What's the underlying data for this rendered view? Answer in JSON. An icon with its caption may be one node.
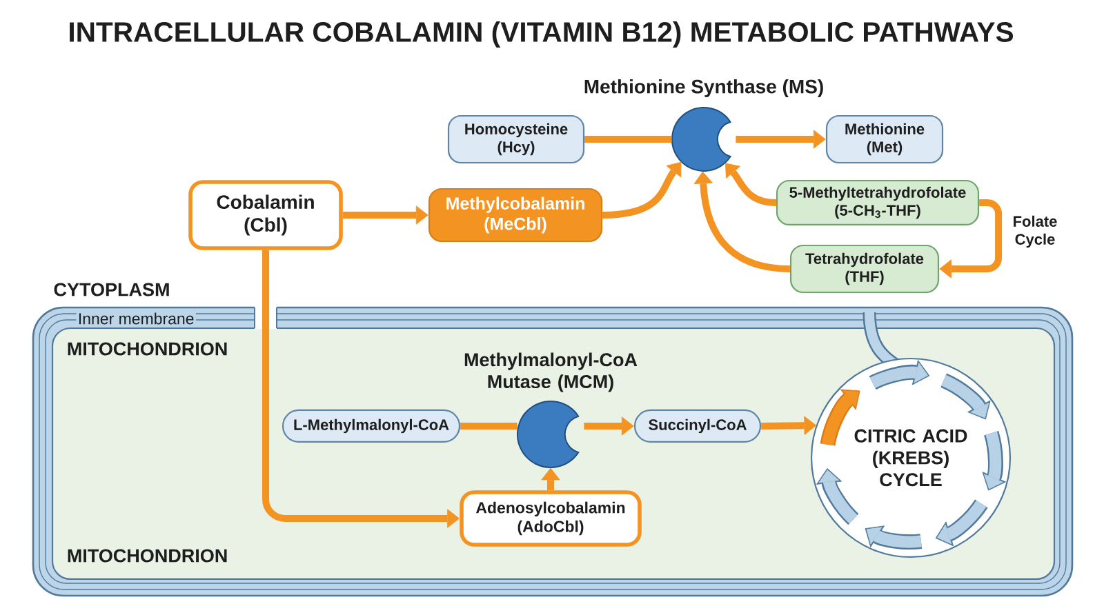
{
  "diagram": {
    "title": "INTRACELLULAR COBALAMIN (VITAMIN B12) METABOLIC PATHWAYS",
    "nodes": [
      {
        "text": [
          "Methionine Synthase (MS)"
        ]
      },
      {
        "text": [
          "Homocysteine (Hcy)"
        ]
      },
      {
        "text": [
          "Methionine (Met)"
        ]
      },
      {
        "text": [
          "Cobalamin (Cbl)"
        ]
      },
      {
        "text": [
          "Methylcobalamin (MeCbl)"
        ]
      },
      {
        "text": [
          "5-Methyltetrahydrofolate (5-CH$_{3}$-THF)"
        ]
      },
      {
        "text": [
          "Tetrahydrofolate (THF)"
        ]
      },
      {
        "text": [
          "Inner membrane",
          "MITOCHONDRION",
          "MITOCHONDRION"
        ]
      },
      {
        "text": [
          "Methylmalonyl-CoA Mutase (MCM)"
        ],
        "in": 7
      },
      {
        "text": [
          "L-Methylmalonyl-CoA"
        ],
        "in": 7
      },
      {
        "text": [
          "Succinyl-CoA"
        ],
        "in": 7
      },
      {
        "text": [
          "Adenosylcobalamin (AdoCbl)"
        ],
        "in": 7
      },
      {
        "text": [
          "CITRIC ACID (KREBS) CYCLE"
        ],
        "in": 7
      }
    ],
    "edges": [
      {
        "from": 3,
        "to": 4,
        "arrow": "to"
      },
      {
        "from": 3,
        "to": 11,
        "arrow": "to"
      },
      {
        "from": 1,
        "to": 0,
        "arrow": "none"
      },
      {
        "from": 0,
        "to": 2,
        "arrow": "to"
      },
      {
        "from": 4,
        "to": 0,
        "arrow": "to"
      },
      {
        "from": 5,
        "to": 0,
        "arrow": "to"
      },
      {
        "from": 6,
        "to": 0,
        "arrow": "to"
      },
      {
        "from": 5,
        "to": 6,
        "arrow": "to",
        "label": "Folate Cycle"
      },
      {
        "from": 9,
        "to": 8,
        "arrow": "none"
      },
      {
        "from": 8,
        "to": 10,
        "arrow": "to"
      },
      {
        "from": 11,
        "to": 8,
        "arrow": "to"
      },
      {
        "from": 10,
        "to": 12,
        "arrow": "to"
      }
    ],
    "labels": [
      "CYTOPLASM"
    ]
  }
}
